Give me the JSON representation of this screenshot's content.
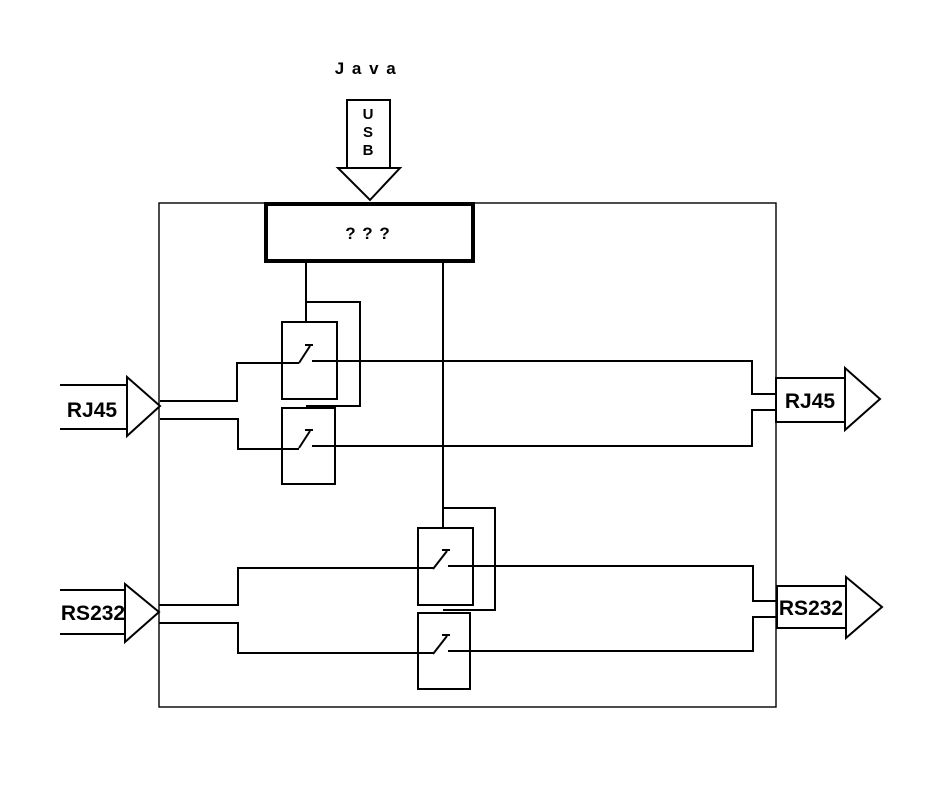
{
  "diagram": {
    "title": "J a v a",
    "usb": {
      "letters": [
        "U",
        "S",
        "B"
      ]
    },
    "controller": {
      "label": "? ? ?"
    },
    "ports": {
      "rj45_in": {
        "label": "RJ45"
      },
      "rj45_out": {
        "label": "RJ45"
      },
      "rs232_in": {
        "label": "RS232"
      },
      "rs232_out": {
        "label": "RS232"
      }
    },
    "switch_count": 4
  },
  "colors": {
    "ink": "#000000",
    "paper": "#ffffff"
  }
}
